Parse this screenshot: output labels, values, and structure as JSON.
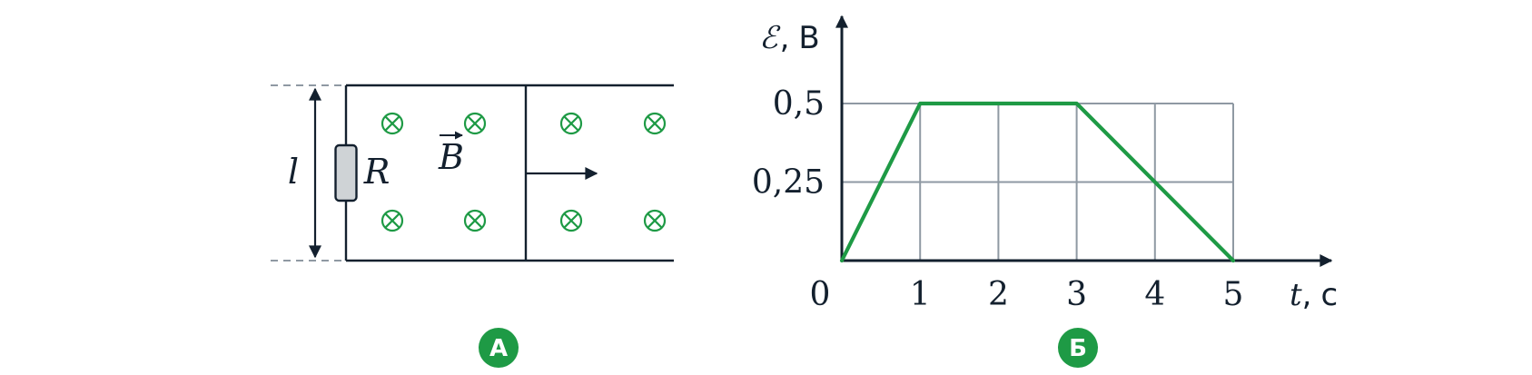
{
  "diagram_a": {
    "badge": "А",
    "length_label": "l",
    "resistor_label": "R",
    "field_label": "B"
  },
  "diagram_b": {
    "badge": "Б"
  },
  "colors": {
    "ink": "#13202e",
    "green": "#1e9a45",
    "grid": "#8f99a3",
    "resistor_fill": "#cfd3d6"
  },
  "chart_data": {
    "type": "line",
    "ylabel_symbol": "ℰ",
    "ylabel_unit": "В",
    "xlabel_symbol": "t",
    "xlabel_unit": "с",
    "origin_label": "0",
    "xticks": [
      {
        "value": 1,
        "label": "1"
      },
      {
        "value": 2,
        "label": "2"
      },
      {
        "value": 3,
        "label": "3"
      },
      {
        "value": 4,
        "label": "4"
      },
      {
        "value": 5,
        "label": "5"
      }
    ],
    "yticks": [
      {
        "value": 0.25,
        "label": "0,25"
      },
      {
        "value": 0.5,
        "label": "0,5"
      }
    ],
    "xlim": [
      0,
      5
    ],
    "ylim": [
      0,
      0.5
    ],
    "grid": true,
    "series": [
      {
        "x": [
          0,
          1,
          3,
          5
        ],
        "y": [
          0,
          0.5,
          0.5,
          0
        ]
      }
    ]
  }
}
